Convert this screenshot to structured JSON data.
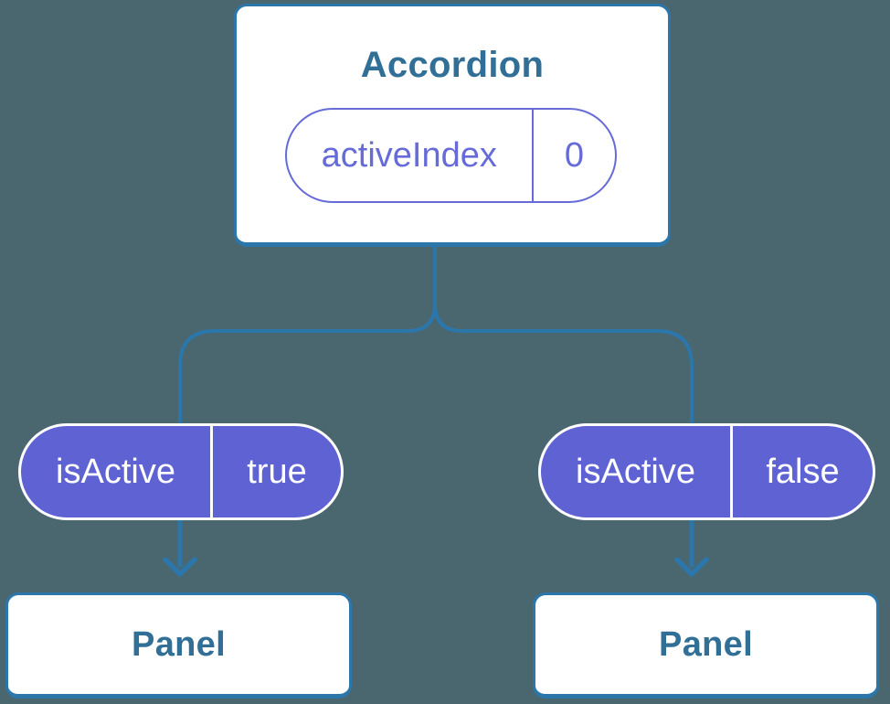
{
  "diagram": {
    "description": "React component tree showing state passed down from Accordion to two Panels",
    "root": {
      "title": "Accordion",
      "state": {
        "label": "activeIndex",
        "value": "0"
      }
    },
    "children": [
      {
        "prop": {
          "label": "isActive",
          "value": "true"
        },
        "title": "Panel"
      },
      {
        "prop": {
          "label": "isActive",
          "value": "false"
        },
        "title": "Panel"
      }
    ],
    "colors": {
      "background": "#4A6770",
      "connector_blue": "#2B76AA",
      "node_title_blue": "#316F96",
      "prop_pill_purple": "#5E62D3",
      "state_pill_outline_purple": "#666BD8",
      "card_background": "#FFFFFF",
      "prop_pill_text": "#FFFFFF"
    }
  }
}
